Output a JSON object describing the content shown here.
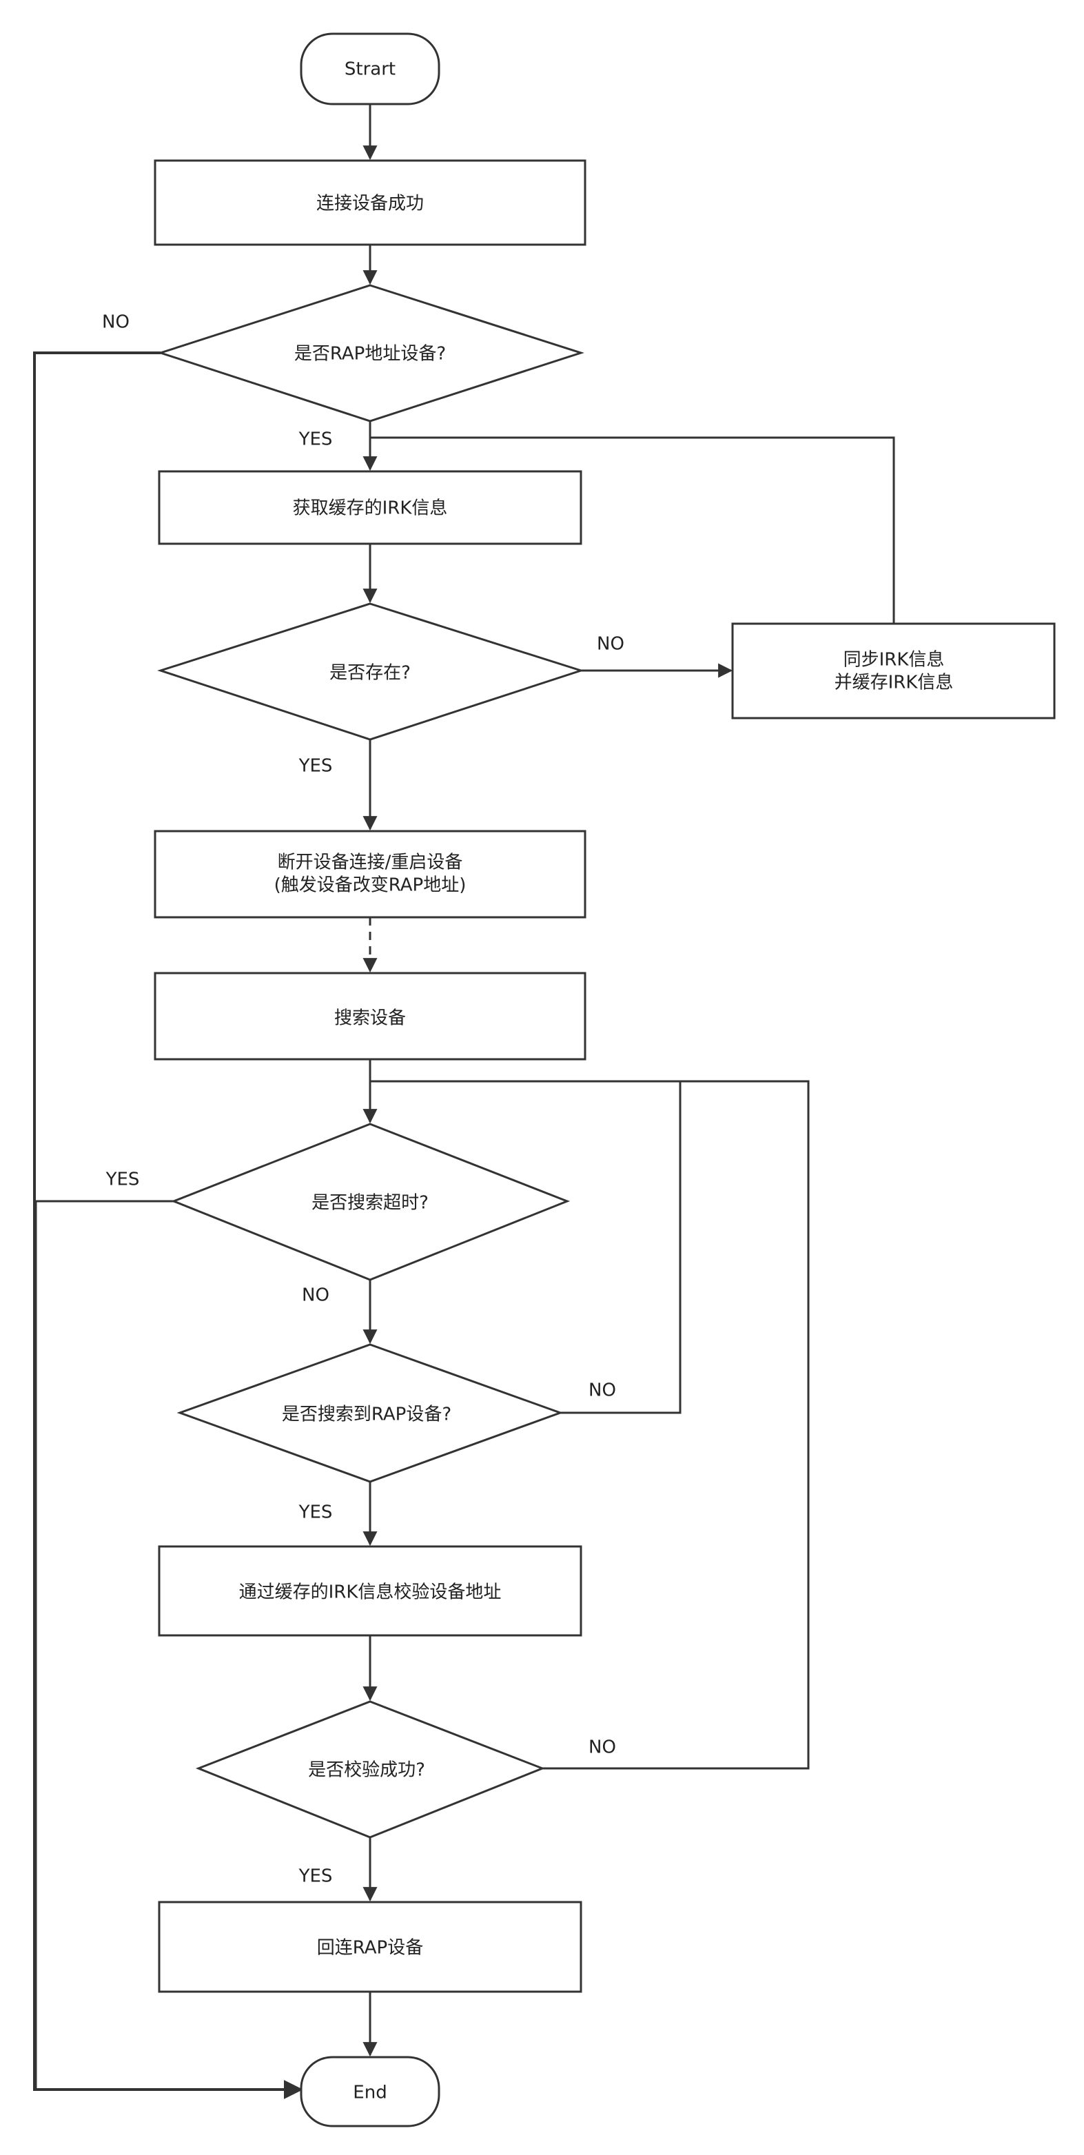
{
  "diagram": {
    "nodes": {
      "start": "Strart",
      "connect_success": "连接设备成功",
      "is_rap": "是否RAP地址设备?",
      "get_cached_irk": "获取缓存的IRK信息",
      "exists": "是否存在?",
      "sync_irk_line1": "同步IRK信息",
      "sync_irk_line2": "并缓存IRK信息",
      "disconnect_line1": "断开设备连接/重启设备",
      "disconnect_line2": "(触发设备改变RAP地址)",
      "search_device": "搜索设备",
      "search_timeout": "是否搜索超时?",
      "found_rap": "是否搜索到RAP设备?",
      "verify_address": "通过缓存的IRK信息校验设备地址",
      "verify_success": "是否校验成功?",
      "reconnect_rap": "回连RAP设备",
      "end": "End"
    },
    "edge_labels": {
      "is_rap_no": "NO",
      "is_rap_yes": "YES",
      "exists_no": "NO",
      "exists_yes": "YES",
      "timeout_yes": "YES",
      "timeout_no": "NO",
      "found_no": "NO",
      "found_yes": "YES",
      "verify_no": "NO",
      "verify_yes": "YES"
    }
  }
}
